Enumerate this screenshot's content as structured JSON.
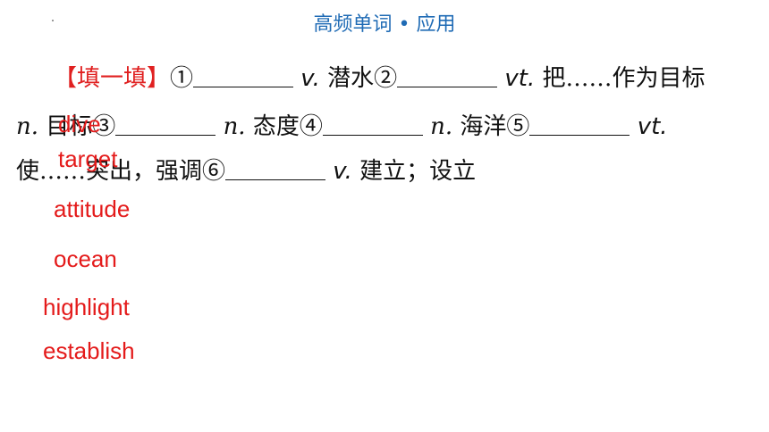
{
  "header": {
    "title": "高频单词 • 应用"
  },
  "exercise": {
    "label": "【填一填】",
    "line1": {
      "n1": "①",
      "pos1": "v.",
      "meaning1": " 潜水",
      "n2": "②",
      "pos2": "vt.",
      "meaning2": " 把……作为目标"
    },
    "line2": {
      "pos3": "n.",
      "meaning3": " 目标",
      "n3": "③",
      "pos4": "n.",
      "meaning4": " 态度",
      "n4": "④",
      "pos5": "n.",
      "meaning5": " 海洋",
      "n5": "⑤",
      "pos6": "vt."
    },
    "line3": {
      "meaning6": "使……突出，强调",
      "n6": "⑥",
      "pos7": "v.",
      "meaning7": " 建立；设立"
    }
  },
  "answers": [
    "dive",
    "target",
    "attitude",
    "ocean",
    "highlight",
    "establish"
  ],
  "colors": {
    "title": "#1f6bb5",
    "bracket": "#e02020",
    "answer": "#e41b1b",
    "text": "#111111"
  }
}
